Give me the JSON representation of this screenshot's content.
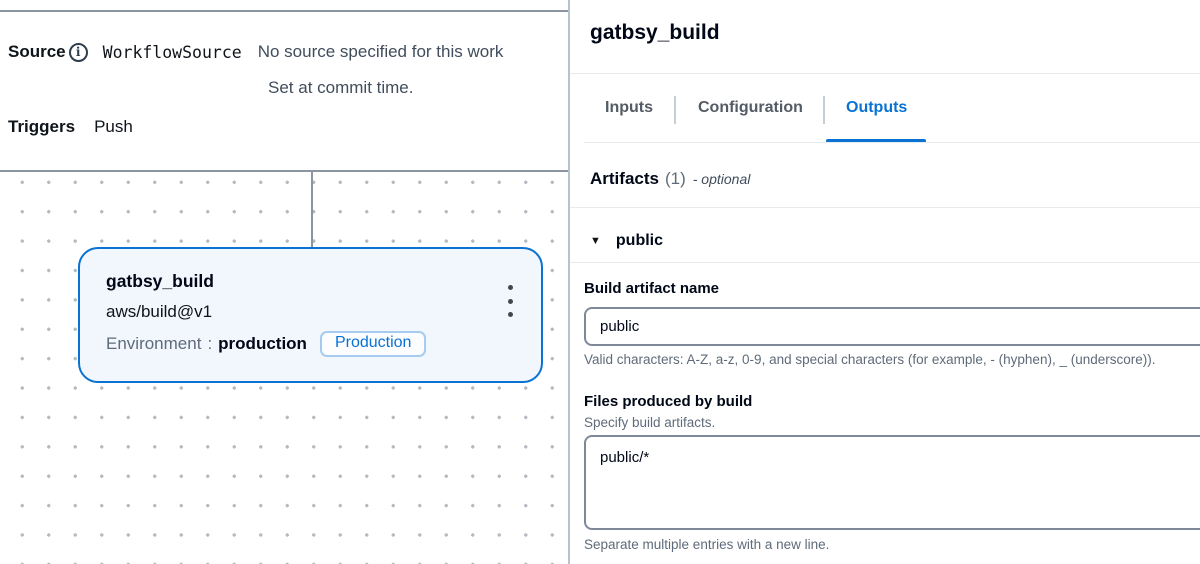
{
  "canvas": {
    "source": {
      "label": "Source",
      "name": "WorkflowSource",
      "note_line1": "No source specified for this work",
      "note_line2": "Set at commit time."
    },
    "triggers": {
      "label": "Triggers",
      "value": "Push"
    },
    "node": {
      "title": "gatbsy_build",
      "action": "aws/build@v1",
      "environment_label": "Environment",
      "environment_colon": ":",
      "environment_value": "production",
      "badge": "Production"
    }
  },
  "panel": {
    "title": "gatbsy_build",
    "tabs": [
      {
        "label": "Inputs",
        "active": false
      },
      {
        "label": "Configuration",
        "active": false
      },
      {
        "label": "Outputs",
        "active": true
      }
    ],
    "artifacts": {
      "label": "Artifacts",
      "count": "(1)",
      "optional": "- optional"
    },
    "expander_label": "public",
    "fields": {
      "name": {
        "label": "Build artifact name",
        "value": "public",
        "constraint": "Valid characters: A-Z, a-z, 0-9, and special characters (for example, - (hyphen), _ (underscore))."
      },
      "files": {
        "label": "Files produced by build",
        "description": "Specify build artifacts.",
        "value": "public/*",
        "constraint": "Separate multiple entries with a new line."
      }
    }
  },
  "icons": {
    "info": "i",
    "caret_down": "▼"
  },
  "colors": {
    "accent_blue": "#0972d3",
    "node_fill": "#f1f7fd",
    "node_border": "#0972d3",
    "badge_border": "#a6cbee",
    "text_primary": "#000716",
    "text_secondary": "#5f6b7a",
    "text_note": "#414d5c",
    "input_border": "#7d8998",
    "divider_light": "#e9ebed",
    "rule_gray": "#8b95a1",
    "dot_gray": "#b3bac2",
    "tab_inactive": "#545b64"
  }
}
